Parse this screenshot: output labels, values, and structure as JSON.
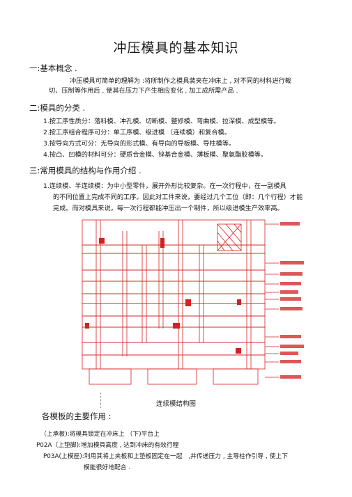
{
  "document": {
    "title": "冲压模具的基本知识",
    "sections": [
      {
        "heading": "一:基本概念 .",
        "paragraph": [
          "冲压模具可简单的理解为 :将所制作之模具装夹在冲床上 , 对不同的材料进行裁",
          "切、压制等作用后 , 使其在压力下产生相应变化 , 加工成所需产品 ."
        ]
      },
      {
        "heading": "二:模具的分类 .",
        "items": [
          "1.按工序性质分：落料模、冲孔模、切断模、整修模、弯曲模、拉深模、成型模等。",
          "2.按工序组合程序可分：单工序模、级进模 （连续模）和复合模。",
          "3.按导向方式可分：无导向的形式模、有导向的导板模、导柱模等。",
          "4.按凸、凹模的材料可分：硬质合金模、锌基合金模、薄板模、聚氨酯胶模等。"
        ]
      },
      {
        "heading": "三:常用模具的结构与作用介绍 .",
        "paragraph": [
          "1.连续模、半连续模：为中小型零件，展开外形比较复杂。在一次行程中，在一副模具",
          "的不同位置上完成不同的工序。因此对工件来说，要经过几个工位（即：几个行程）才能",
          "完成。而对模具来说，每一次行程都能冲压出一个制件，所以级进模生产效率高。"
        ]
      }
    ],
    "figure_caption": "连续模结构图",
    "plates": {
      "heading": "各模板的主要作用 :",
      "lines": [
        "（上承板):将模具锁定在冲床上 （下)平台上",
        "P02A（上垫脚):增加模具高度 , 达到冲床的有效行程",
        "P03A(上模座):利用其将上夹板和上垫板固定在一起　,并传递压力 , 主导柱作引导 , 使上下",
        "模能很好地配合 ."
      ]
    },
    "colors": {
      "drawing_red": "#d42020",
      "text": "#1a1a1a"
    }
  }
}
